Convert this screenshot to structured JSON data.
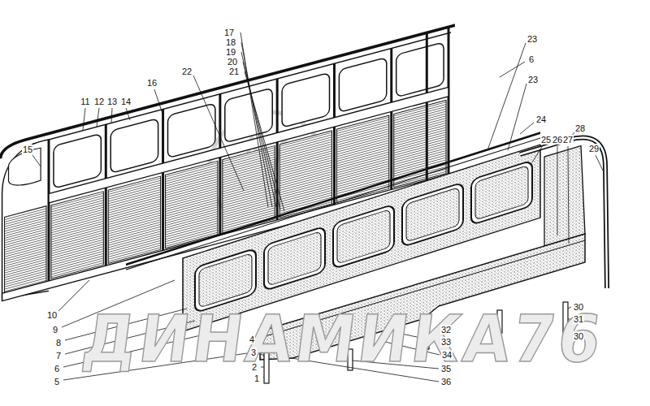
{
  "diagram": {
    "labels": [
      "11",
      "12",
      "13",
      "14",
      "15",
      "16",
      "17",
      "18",
      "19",
      "20",
      "21",
      "22",
      "23",
      "6",
      "23",
      "24",
      "25",
      "26",
      "27",
      "28",
      "29",
      "30",
      "31",
      "30",
      "32",
      "33",
      "34",
      "35",
      "36",
      "10",
      "9",
      "8",
      "7",
      "6",
      "5",
      "4",
      "3",
      "2",
      "1",
      "ДИНАМИКА76"
    ]
  }
}
